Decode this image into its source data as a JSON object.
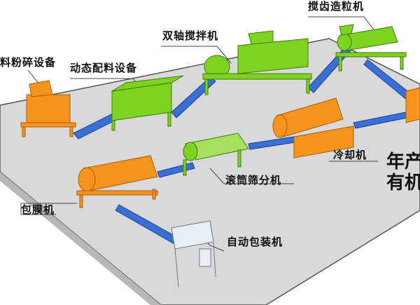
{
  "labels": {
    "crusher": "料粉碎设备",
    "batching": "动态配料设备",
    "mixer": "双轴搅拌机",
    "granulator": "搅齿造粒机",
    "cooler": "冷却机",
    "screener": "滚筒筛分机",
    "coater": "包膜机",
    "packer": "自动包装机"
  },
  "headline": {
    "line1": "年产",
    "line2": "有机"
  },
  "colors": {
    "floor": "#d9d9d9",
    "green": "#7ed321",
    "orange": "#f7941d",
    "blue": "#3a6fd8",
    "packer": "#e8eef5"
  }
}
